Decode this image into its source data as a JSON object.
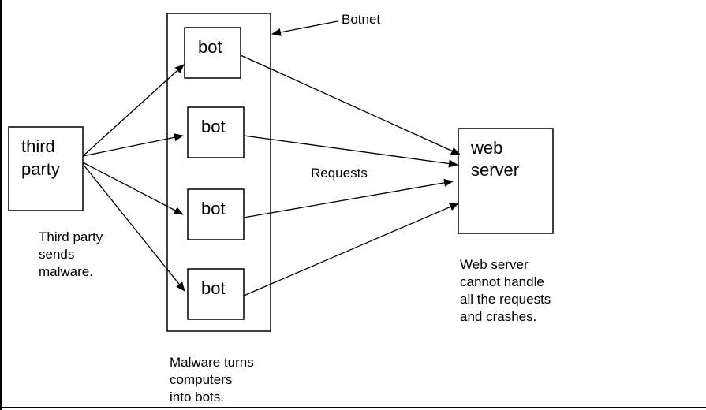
{
  "diagram": {
    "third_party_label": [
      "third",
      "party"
    ],
    "bots": [
      {
        "label": "bot"
      },
      {
        "label": "bot"
      },
      {
        "label": "bot"
      },
      {
        "label": "bot"
      }
    ],
    "web_server_label": [
      "web",
      "server"
    ],
    "botnet_label": "Botnet",
    "requests_label": "Requests",
    "third_party_caption": [
      "Third party",
      "sends",
      "malware."
    ],
    "botnet_caption": [
      "Malware turns",
      "computers",
      "into bots."
    ],
    "server_caption": [
      "Web server",
      "cannot handle",
      "all the requests",
      "and crashes."
    ]
  }
}
